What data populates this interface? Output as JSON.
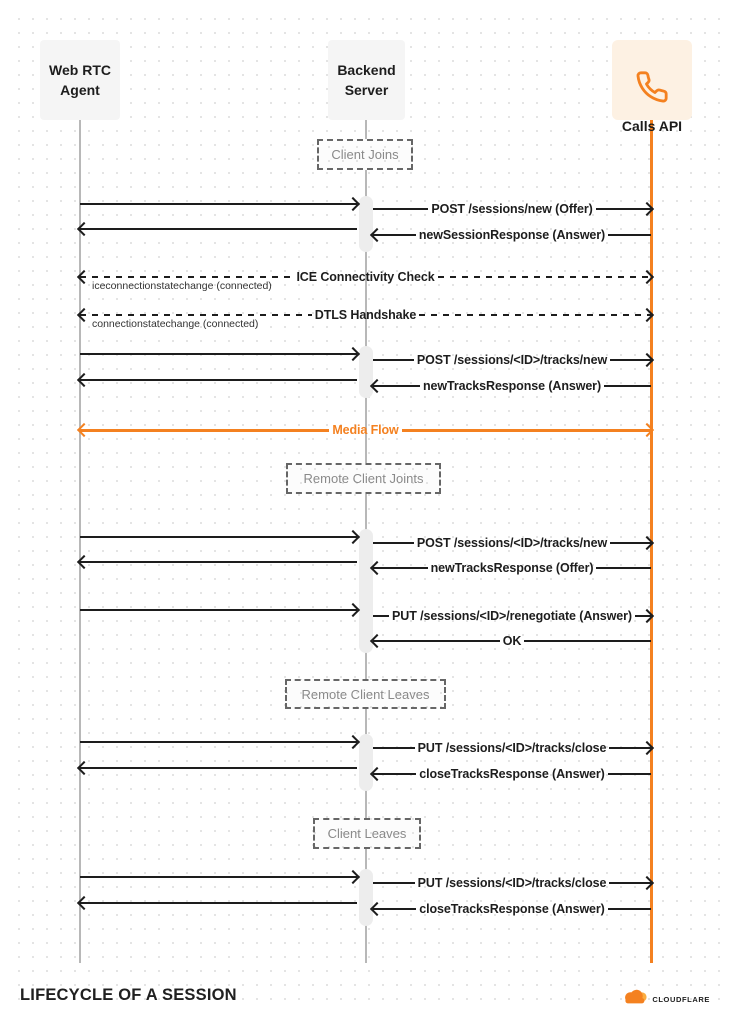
{
  "diagram": {
    "participants": [
      {
        "id": "web-rtc-agent",
        "label": "Web RTC\nAgent"
      },
      {
        "id": "backend-server",
        "label": "Backend\nServer"
      },
      {
        "id": "calls-api",
        "label": "Calls API",
        "icon": "phone-icon"
      }
    ],
    "sections": [
      {
        "label": "Client Joins"
      },
      {
        "label": "Remote Client Joints"
      },
      {
        "label": "Remote Client Leaves"
      },
      {
        "label": "Client Leaves"
      }
    ],
    "messages": [
      {
        "label": "POST /sessions/new (Offer)",
        "from": "web-rtc-agent",
        "to": "calls-api",
        "direction": "right",
        "style": "solid"
      },
      {
        "label": "newSessionResponse (Answer)",
        "from": "calls-api",
        "to": "web-rtc-agent",
        "direction": "left",
        "style": "solid"
      },
      {
        "label": "ICE Connectivity Check",
        "sublabel": "iceconnectionstatechange (connected)",
        "direction": "both",
        "style": "dashed"
      },
      {
        "label": "DTLS Handshake",
        "sublabel": "connectionstatechange (connected)",
        "direction": "both",
        "style": "dashed"
      },
      {
        "label": "POST /sessions/<ID>/tracks/new",
        "from": "web-rtc-agent",
        "to": "calls-api",
        "direction": "right",
        "style": "solid"
      },
      {
        "label": "newTracksResponse (Answer)",
        "from": "calls-api",
        "to": "web-rtc-agent",
        "direction": "left",
        "style": "solid"
      },
      {
        "label": "Media Flow",
        "direction": "both",
        "style": "solid-orange"
      },
      {
        "label": "POST /sessions/<ID>/tracks/new",
        "from": "web-rtc-agent",
        "to": "calls-api",
        "direction": "right",
        "style": "solid"
      },
      {
        "label": "newTracksResponse (Offer)",
        "from": "calls-api",
        "to": "web-rtc-agent",
        "direction": "left",
        "style": "solid"
      },
      {
        "label": "PUT /sessions/<ID>/renegotiate (Answer)",
        "from": "web-rtc-agent",
        "to": "calls-api",
        "direction": "right",
        "style": "solid"
      },
      {
        "label": "OK",
        "from": "calls-api",
        "to": "backend-server",
        "direction": "left",
        "style": "solid"
      },
      {
        "label": "PUT /sessions/<ID>/tracks/close",
        "from": "web-rtc-agent",
        "to": "calls-api",
        "direction": "right",
        "style": "solid"
      },
      {
        "label": "closeTracksResponse (Answer)",
        "from": "calls-api",
        "to": "web-rtc-agent",
        "direction": "left",
        "style": "solid"
      },
      {
        "label": "PUT /sessions/<ID>/tracks/close",
        "from": "web-rtc-agent",
        "to": "calls-api",
        "direction": "right",
        "style": "solid"
      },
      {
        "label": "closeTracksResponse (Answer)",
        "from": "calls-api",
        "to": "web-rtc-agent",
        "direction": "left",
        "style": "solid"
      }
    ],
    "colors": {
      "accent_orange": "#f48120",
      "calls_api_box_bg": "#fdf1e3",
      "participant_box_bg": "#f5f5f5",
      "arrow_black": "#1d1d1d",
      "lifeline_gray": "#b8b8b8",
      "section_text_gray": "#8a8a8a"
    }
  },
  "footer": {
    "title": "LIFECYCLE OF A SESSION",
    "brand": "CLOUDFLARE"
  }
}
